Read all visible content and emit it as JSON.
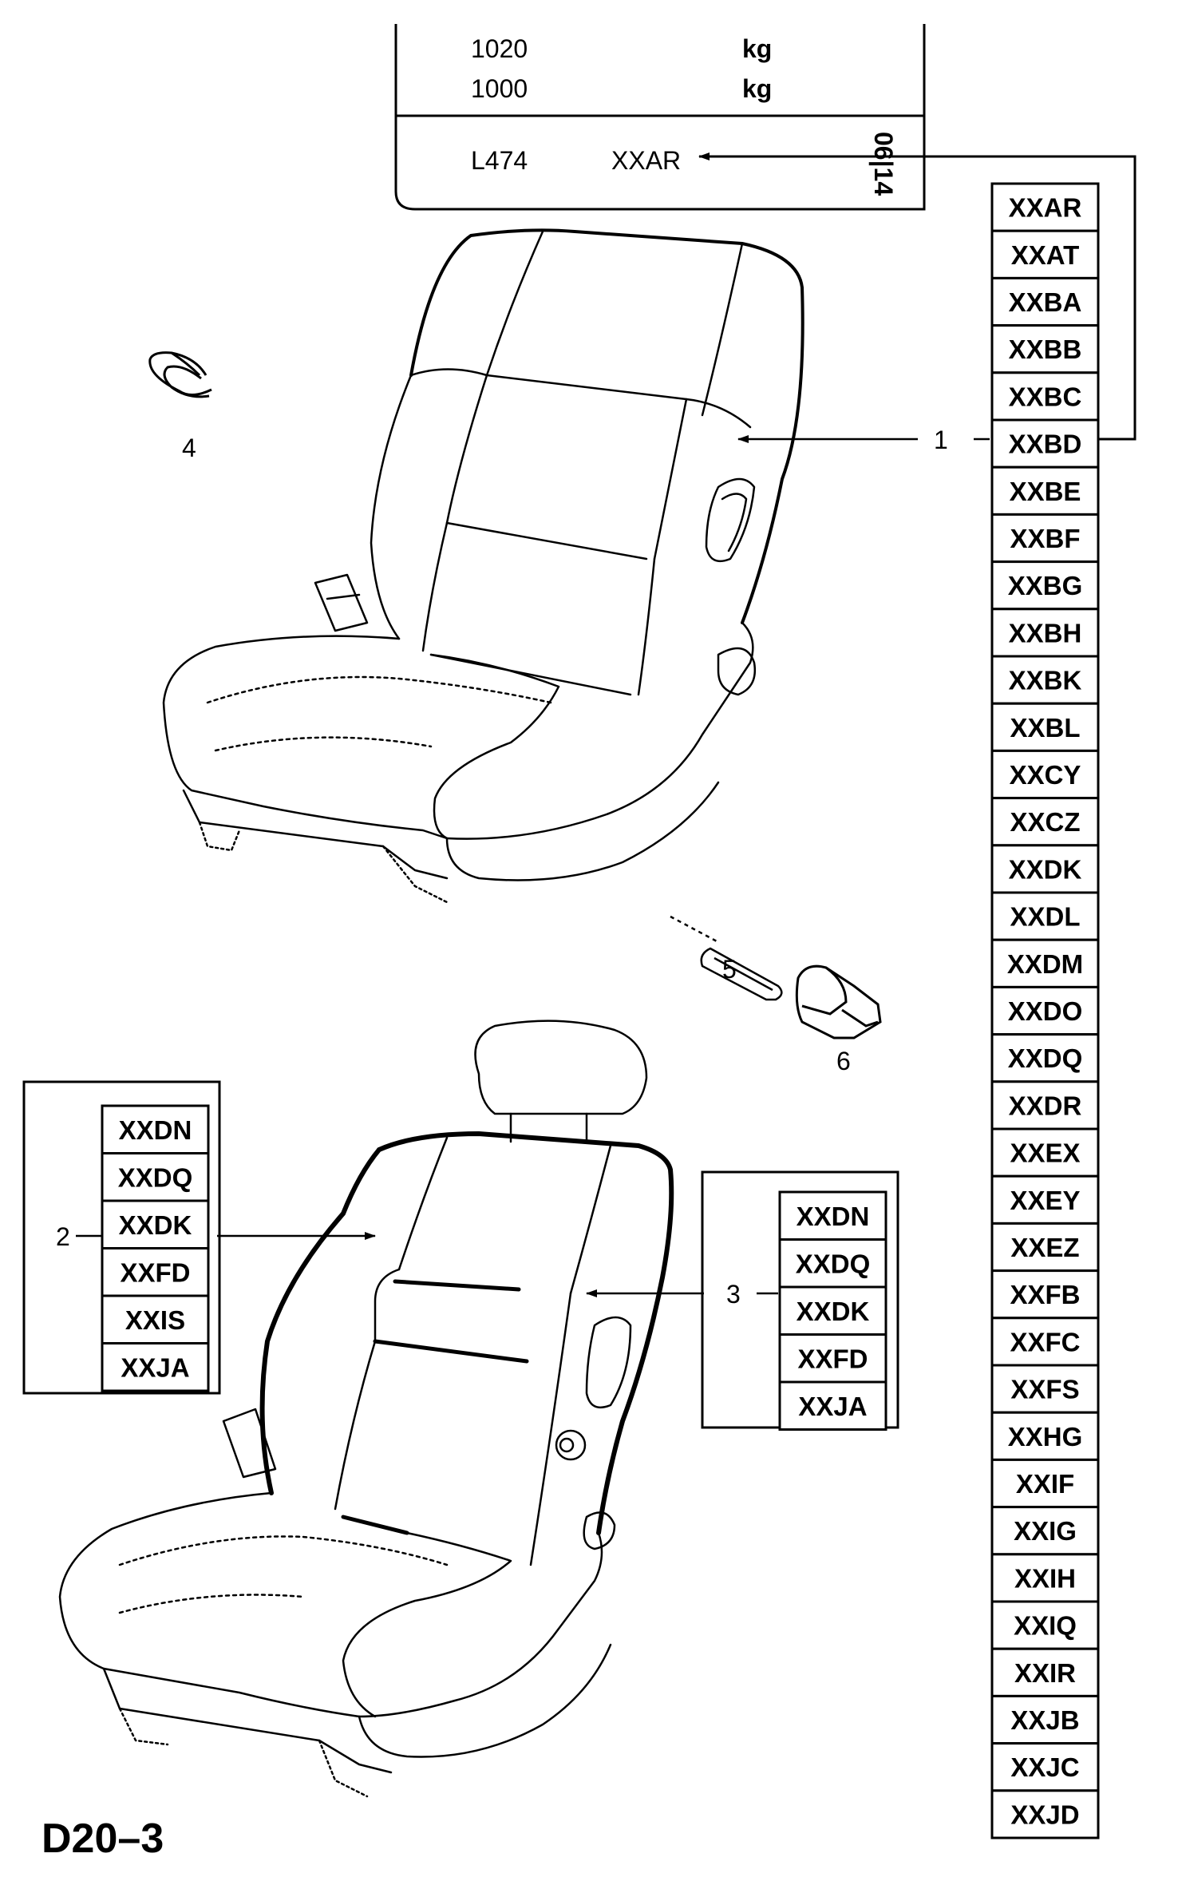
{
  "plate": {
    "row1_value": "1020",
    "row1_unit": "kg",
    "row2_value": "1000",
    "row2_unit": "kg",
    "model": "L474",
    "code": "XXAR",
    "rotated_code": "06|14"
  },
  "callouts": {
    "part1": "1",
    "part2": "2",
    "part3": "3",
    "part4": "4",
    "part5": "5",
    "part6": "6"
  },
  "code_list_main": [
    "XXAR",
    "XXAT",
    "XXBA",
    "XXBB",
    "XXBC",
    "XXBD",
    "XXBE",
    "XXBF",
    "XXBG",
    "XXBH",
    "XXBK",
    "XXBL",
    "XXCY",
    "XXCZ",
    "XXDK",
    "XXDL",
    "XXDM",
    "XXDO",
    "XXDQ",
    "XXDR",
    "XXEX",
    "XXEY",
    "XXEZ",
    "XXFB",
    "XXFC",
    "XXFS",
    "XXHG",
    "XXIF",
    "XXIG",
    "XXIH",
    "XXIQ",
    "XXIR",
    "XXJB",
    "XXJC",
    "XXJD"
  ],
  "code_list_left": [
    "XXDN",
    "XXDQ",
    "XXDK",
    "XXFD",
    "XXIS",
    "XXJA"
  ],
  "code_list_right": [
    "XXDN",
    "XXDQ",
    "XXDK",
    "XXFD",
    "XXJA"
  ],
  "page_id": "D20–3"
}
